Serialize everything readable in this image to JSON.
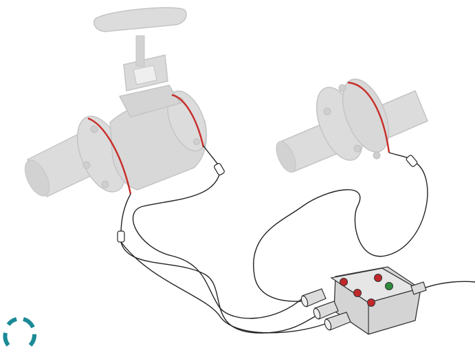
{
  "figure": {
    "components": [
      "globe-valve",
      "flanged-pipe",
      "heating-tape",
      "cable",
      "cable-connector",
      "junction-box",
      "indicator-lamp",
      "cable-gland",
      "power-cable",
      "loading-spinner-icon"
    ]
  },
  "colors": {
    "pipe_fill": "#dcdcdc",
    "pipe_stroke": "#c4c4c4",
    "pipe_shade": "#cfcfcf",
    "heating_tape": "#c8302c",
    "cable": "#222222",
    "box_fill": "#d4d4d4",
    "box_top": "#e6e6e6",
    "box_stroke": "#333333",
    "lamp_red": "#c0282a",
    "lamp_green": "#2e8b3a",
    "spinner": "#1a8a96"
  }
}
